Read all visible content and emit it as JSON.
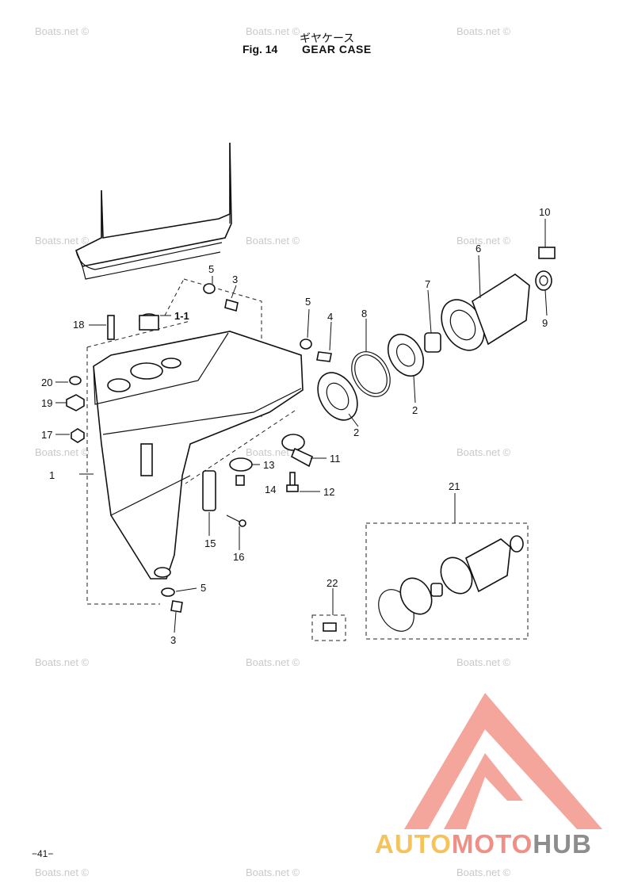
{
  "header": {
    "title_jp": "ギヤケース",
    "fig_label": "Fig. 14",
    "title_en": "GEAR CASE"
  },
  "page_number": "−41−",
  "watermark_text": "Boats.net ©",
  "callouts": [
    {
      "id": "c1",
      "label": "1"
    },
    {
      "id": "c1-1",
      "label": "1-1"
    },
    {
      "id": "c2a",
      "label": "2"
    },
    {
      "id": "c2b",
      "label": "2"
    },
    {
      "id": "c3a",
      "label": "3"
    },
    {
      "id": "c3b",
      "label": "3"
    },
    {
      "id": "c4",
      "label": "4"
    },
    {
      "id": "c5a",
      "label": "5"
    },
    {
      "id": "c5b",
      "label": "5"
    },
    {
      "id": "c5c",
      "label": "5"
    },
    {
      "id": "c6",
      "label": "6"
    },
    {
      "id": "c7",
      "label": "7"
    },
    {
      "id": "c8",
      "label": "8"
    },
    {
      "id": "c9",
      "label": "9"
    },
    {
      "id": "c10",
      "label": "10"
    },
    {
      "id": "c11",
      "label": "11"
    },
    {
      "id": "c12",
      "label": "12"
    },
    {
      "id": "c13",
      "label": "13"
    },
    {
      "id": "c14",
      "label": "14"
    },
    {
      "id": "c15",
      "label": "15"
    },
    {
      "id": "c16",
      "label": "16"
    },
    {
      "id": "c17",
      "label": "17"
    },
    {
      "id": "c18",
      "label": "18"
    },
    {
      "id": "c19",
      "label": "19"
    },
    {
      "id": "c20",
      "label": "20"
    },
    {
      "id": "c21",
      "label": "21"
    },
    {
      "id": "c22",
      "label": "22"
    }
  ],
  "logo": {
    "part1": "AUTO",
    "part2": "MOTO",
    "part3": "HUB",
    "color_primary": "#f6c35a",
    "color_secondary": "#ef8f86",
    "color_tertiary": "#8d8d8d"
  }
}
